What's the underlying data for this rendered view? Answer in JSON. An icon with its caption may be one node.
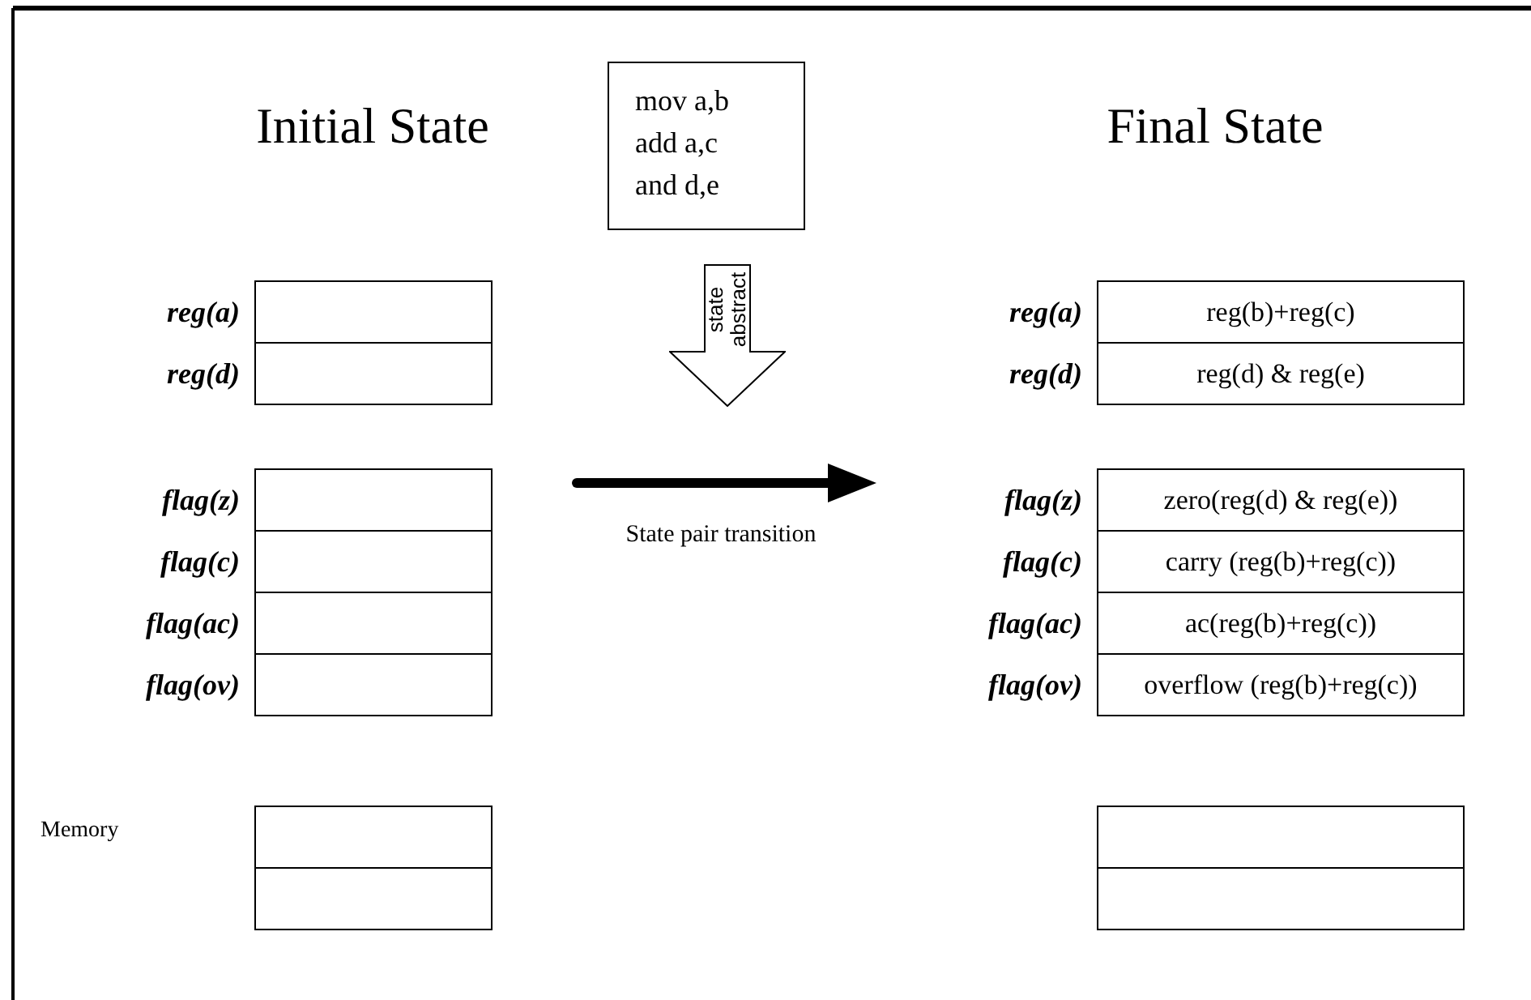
{
  "diagram": {
    "nodes": [
      {
        "text": [
          "mov a,b",
          "add a,c",
          "and d,e"
        ]
      },
      {
        "text": [
          "state abstract"
        ]
      },
      {
        "text": [],
        "shape": "box",
        "beside": [
          "reg(a)"
        ]
      },
      {
        "text": [
          "reg(b)+reg(c)"
        ],
        "beside": [
          "reg(a)"
        ]
      },
      {
        "text": [],
        "shape": "box",
        "beside": [
          "reg(d)"
        ]
      },
      {
        "text": [
          "reg(d) & reg(e)"
        ],
        "beside": [
          "reg(d)"
        ]
      },
      {
        "text": [],
        "shape": "box",
        "beside": [
          "flag(z)"
        ]
      },
      {
        "text": [
          "zero(reg(d) & reg(e))"
        ],
        "beside": [
          "flag(z)"
        ]
      },
      {
        "text": [],
        "shape": "box",
        "beside": [
          "flag(c)"
        ]
      },
      {
        "text": [
          "carry (reg(b)+reg(c))"
        ],
        "beside": [
          "flag(c)"
        ]
      },
      {
        "text": [],
        "shape": "box",
        "beside": [
          "flag(ac)"
        ]
      },
      {
        "text": [
          "ac(reg(b)+reg(c))"
        ],
        "beside": [
          "flag(ac)"
        ]
      },
      {
        "text": [],
        "shape": "box",
        "beside": [
          "flag(ov)"
        ]
      },
      {
        "text": [
          "overflow (reg(b)+reg(c))"
        ],
        "beside": [
          "flag(ov)"
        ]
      },
      {
        "text": [],
        "shape": "box"
      },
      {
        "text": [],
        "shape": "box"
      },
      {
        "text": [],
        "shape": "box"
      },
      {
        "text": [],
        "shape": "box"
      }
    ],
    "labels": [
      "Initial State",
      "Final State",
      "State pair transition",
      "Memory"
    ]
  }
}
